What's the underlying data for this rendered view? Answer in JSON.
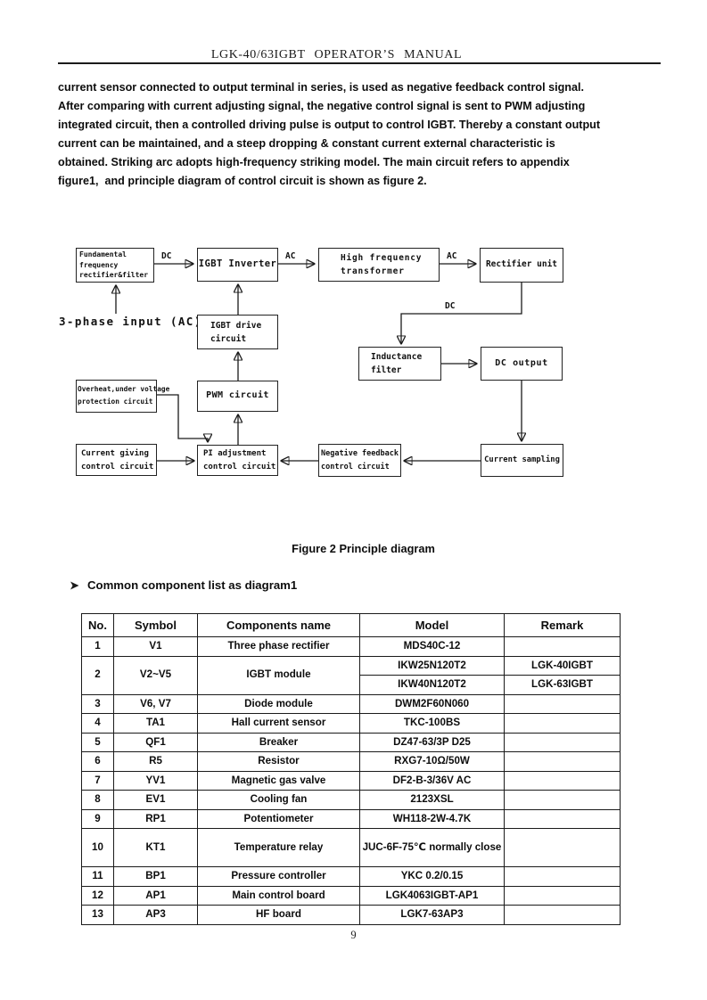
{
  "header": {
    "title": "LGK-40/63IGBT OPERATOR’S MANUAL"
  },
  "intro_paragraph": {
    "lines": [
      "current sensor connected to output terminal in series, is used as negative feedback control signal.",
      "After comparing with current adjusting signal, the negative control signal is sent to PWM adjusting",
      "integrated circuit, then a controlled driving pulse is output to control IGBT. Thereby a constant output",
      "current can be maintained, and a steep dropping & constant current external characteristic is",
      "obtained. Striking arc adopts high-frequency striking model. The main circuit refers to appendix",
      "figure1,  and principle diagram of control circuit is shown as figure 2."
    ]
  },
  "diagram": {
    "input_label": "3-phase input (AC)",
    "edge_labels": {
      "dc1": "DC",
      "ac1": "AC",
      "ac2": "AC",
      "dc2": "DC"
    },
    "boxes": {
      "fundamental": {
        "lines": [
          "Fundamental",
          "frequency",
          "rectifier&filter"
        ]
      },
      "igbt_inverter": {
        "label": "IGBT Inverter"
      },
      "hf_transformer": {
        "lines": [
          "High frequency",
          "transformer"
        ]
      },
      "rectifier_unit": {
        "label": "Rectifier unit"
      },
      "igbt_drive": {
        "lines": [
          "IGBT drive",
          "circuit"
        ]
      },
      "inductance_filter": {
        "lines": [
          "Inductance",
          "filter"
        ]
      },
      "dc_output": {
        "label": "DC output"
      },
      "overheat": {
        "lines": [
          "Overheat,under voltage",
          "protection circuit"
        ]
      },
      "pwm": {
        "label": "PWM circuit"
      },
      "current_giving": {
        "lines": [
          "Current giving",
          "control circuit"
        ]
      },
      "pi_adjustment": {
        "lines": [
          "PI adjustment",
          "control circuit"
        ]
      },
      "negative_feedback": {
        "lines": [
          "Negative feedback",
          "control circuit"
        ]
      },
      "current_sampling": {
        "label": "Current sampling"
      }
    }
  },
  "figure_caption": "Figure 2 Principle diagram",
  "component_list": {
    "bullet_text": "Common component list as diagram1"
  },
  "table": {
    "headers": [
      "No.",
      "Symbol",
      "Components name",
      "Model",
      "Remark"
    ],
    "rows": [
      {
        "no": "1",
        "symbol": "V1",
        "name": "Three phase rectifier",
        "model": "MDS40C-12",
        "remark": ""
      },
      {
        "no": "2",
        "symbol": "V2~V5",
        "name": "IGBT module",
        "model_a": "IKW25N120T2",
        "remark_a": "LGK-40IGBT",
        "model_b": "IKW40N120T2",
        "remark_b": "LGK-63IGBT"
      },
      {
        "no": "3",
        "symbol": "V6, V7",
        "name": "Diode module",
        "model": "DWM2F60N060",
        "remark": ""
      },
      {
        "no": "4",
        "symbol": "TA1",
        "name": "Hall current sensor",
        "model": "TKC-100BS",
        "remark": ""
      },
      {
        "no": "5",
        "symbol": "QF1",
        "name": "Breaker",
        "model": "DZ47-63/3P D25",
        "remark": ""
      },
      {
        "no": "6",
        "symbol": "R5",
        "name": "Resistor",
        "model": "RXG7-10Ω/50W",
        "remark": ""
      },
      {
        "no": "7",
        "symbol": "YV1",
        "name": "Magnetic gas valve",
        "model": "DF2-B-3/36V AC",
        "remark": ""
      },
      {
        "no": "8",
        "symbol": "EV1",
        "name": "Cooling fan",
        "model": "2123XSL",
        "remark": ""
      },
      {
        "no": "9",
        "symbol": "RP1",
        "name": "Potentiometer",
        "model": "WH118-2W-4.7K",
        "remark": ""
      },
      {
        "no": "10",
        "symbol": "KT1",
        "name": "Temperature relay",
        "model": "JUC-6F-75℃ normally close",
        "remark": ""
      },
      {
        "no": "11",
        "symbol": "BP1",
        "name": "Pressure controller",
        "model": "YKC 0.2/0.15",
        "remark": ""
      },
      {
        "no": "12",
        "symbol": "AP1",
        "name": "Main control board",
        "model": "LGK4063IGBT-AP1",
        "remark": ""
      },
      {
        "no": "13",
        "symbol": "AP3",
        "name": "HF board",
        "model": "LGK7-63AP3",
        "remark": ""
      }
    ]
  },
  "page_number": "9"
}
